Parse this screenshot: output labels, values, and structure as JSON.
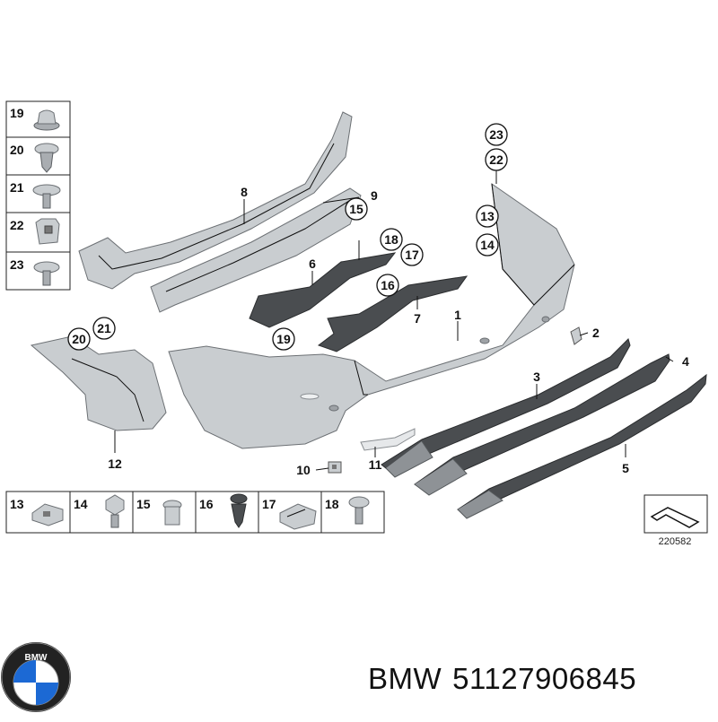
{
  "diagram": {
    "callouts": {
      "c1": "1",
      "c2": "2",
      "c3": "3",
      "c4": "4",
      "c5": "5",
      "c6": "6",
      "c7": "7",
      "c8": "8",
      "c9": "9",
      "c10": "10",
      "c11": "11",
      "c12": "12",
      "c13": "13",
      "c14": "14",
      "c15": "15",
      "c16": "16",
      "c17": "17",
      "c18": "18",
      "c19": "19",
      "c20": "20",
      "c21": "21",
      "c22": "22",
      "c23": "23"
    },
    "left_legend": [
      "19",
      "20",
      "21",
      "22",
      "23"
    ],
    "bottom_legend": [
      "13",
      "14",
      "15",
      "16",
      "17",
      "18"
    ],
    "reference_number": "220582"
  },
  "footer": {
    "brand": "BMW",
    "part_number": "51127906845",
    "logo_letters": "BMW"
  },
  "colors": {
    "bumper": "#c9cdd0",
    "trim": "#4a4d50",
    "bmw_blue": "#1c69d4"
  }
}
